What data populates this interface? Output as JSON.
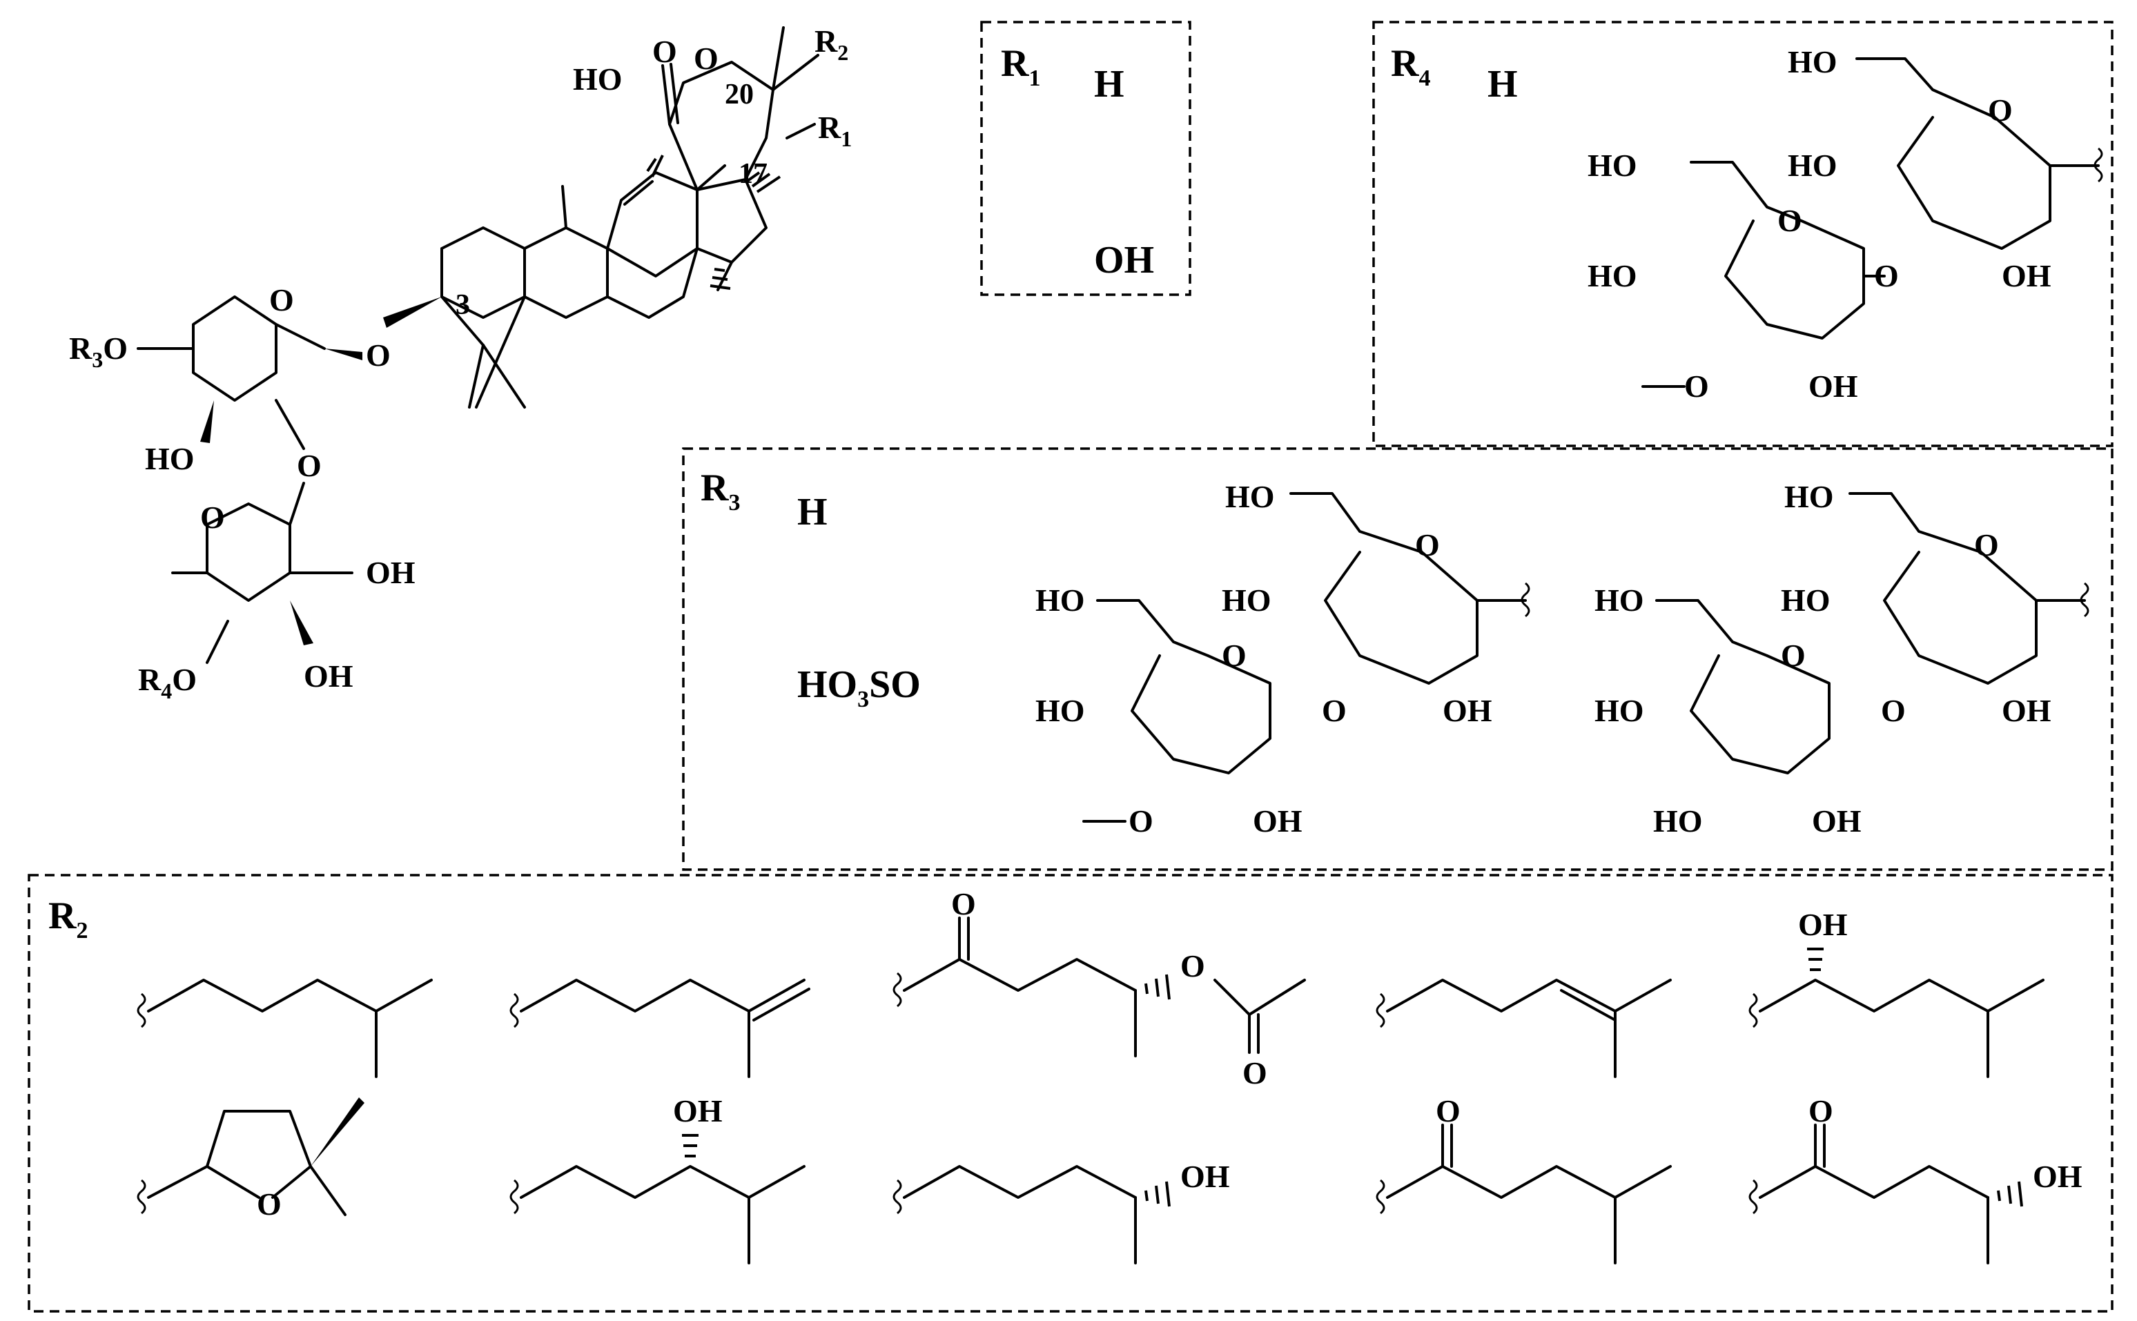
{
  "core": {
    "numbering": {
      "c3": "3",
      "c17": "17",
      "c20": "20"
    },
    "labels": {
      "ho_c12": "HO",
      "lactone_o": "O",
      "lactone_ring_o": "O",
      "r2_sub": "R",
      "r1_sub": "R",
      "glycosidic_o": "O",
      "xylose_ring_o": "O",
      "r3o": "R",
      "xylose_ho": "HO",
      "xylose_o2": "O",
      "quinovose_ring_o": "O",
      "quinovose_oh_a": "OH",
      "quinovose_oh_b": "OH",
      "r4o": "R"
    },
    "sub2": "2",
    "sub1": "1",
    "sub3": "3",
    "sub4": "4",
    "o_suffix": "O"
  },
  "r1_box": {
    "title": "R",
    "title_sub": "1",
    "options": [
      "H",
      "OH"
    ]
  },
  "r4_box": {
    "title": "R",
    "title_sub": "4",
    "option_h": "H",
    "sugar_labels": {
      "ho_top": "HO",
      "ring_o_top": "O",
      "ho_left_top": "HO",
      "ho_mid": "HO",
      "ring_o_bottom": "O",
      "link_o": "O",
      "ho_lower": "HO",
      "oh_right": "OH",
      "ome_o": "O",
      "oh_bottom": "OH"
    }
  },
  "r3_box": {
    "title": "R",
    "title_sub": "3",
    "option_h": "H",
    "option_sulfate": "HO",
    "sulfate_sub": "3",
    "sulfate_tail": "SO",
    "sugar_a": {
      "ho_top": "HO",
      "ring_o_top": "O",
      "ho_left_top": "HO",
      "ho_mid": "HO",
      "ring_o_bottom": "O",
      "link_o": "O",
      "ho_lower": "HO",
      "oh_right": "OH",
      "ome_o": "O",
      "oh_bottom": "OH"
    },
    "sugar_b": {
      "ho_top": "HO",
      "ring_o_top": "O",
      "ho_left_top": "HO",
      "ho_mid": "HO",
      "ring_o_bottom": "O",
      "link_o": "O",
      "ho_lower": "HO",
      "oh_right": "OH",
      "ho_bottom": "HO",
      "oh_bottom": "OH"
    }
  },
  "r2_box": {
    "title": "R",
    "title_sub": "2",
    "chains": {
      "c3_o_top": "O",
      "c3_o_ester": "O",
      "c3_o_bottom": "O",
      "c5_oh": "OH",
      "c6_o": "O",
      "c7_oh": "OH",
      "c8_oh": "OH",
      "c9_o": "O",
      "c10_o": "O",
      "c10_oh": "OH"
    }
  }
}
